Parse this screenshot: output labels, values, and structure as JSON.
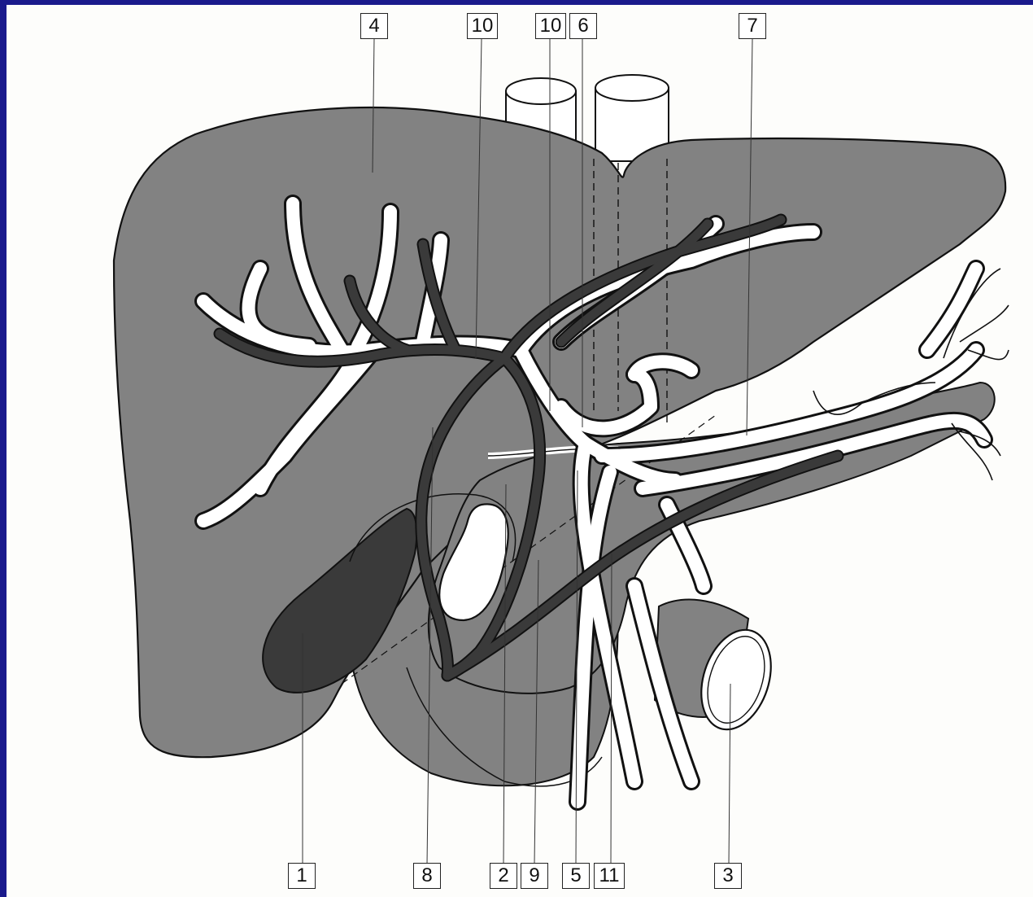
{
  "labels": {
    "l1": "1",
    "l2": "2",
    "l3": "3",
    "l4": "4",
    "l5": "5",
    "l6": "6",
    "l7": "7",
    "l8": "8",
    "l9": "9",
    "l10a": "10",
    "l10b": "10",
    "l11": "11"
  },
  "colors": {
    "liver": "#828282",
    "dark_structure": "#3a3a3a",
    "vessel_fill": "#ffffff",
    "outline": "#111111",
    "slide_border": "#1a1a8c"
  }
}
